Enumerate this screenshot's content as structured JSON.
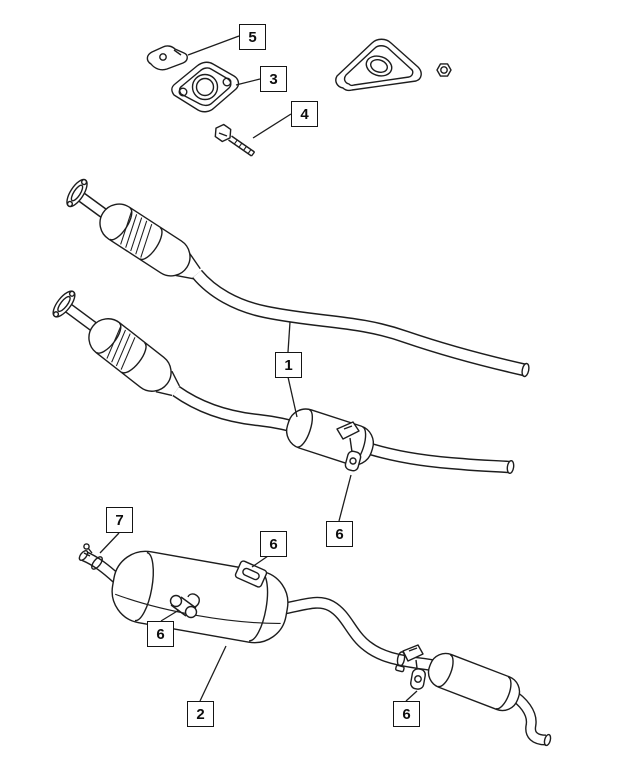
{
  "diagram": {
    "background_color": "#ffffff",
    "line_color": "#1d1d1d",
    "callout_border_color": "#151515",
    "callouts": [
      {
        "label": "5"
      },
      {
        "label": "3"
      },
      {
        "label": "4"
      },
      {
        "label": "1"
      },
      {
        "label": "6"
      },
      {
        "label": "7"
      },
      {
        "label": "6"
      },
      {
        "label": "6"
      },
      {
        "label": "2"
      },
      {
        "label": "6"
      }
    ]
  }
}
